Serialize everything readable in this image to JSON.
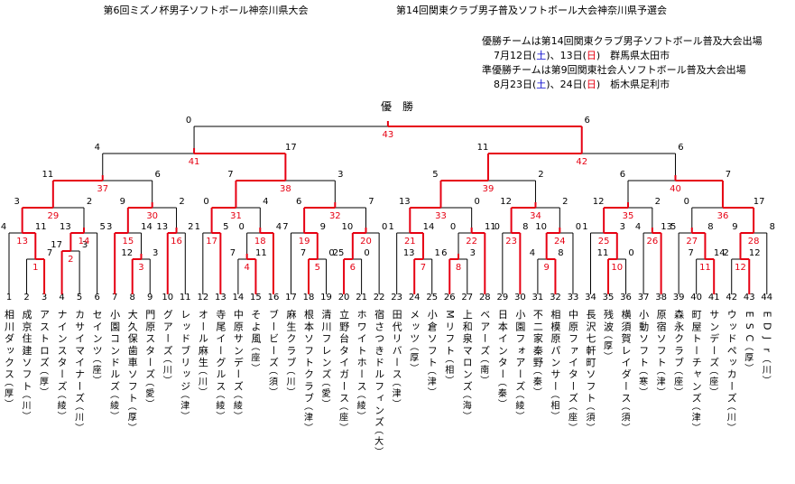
{
  "header": {
    "title_left": "第6回ミズノ杯男子ソフトボール神奈川県大会",
    "title_right": "第14回関東クラブ男子普及ソフトボール大会神奈川県予選会"
  },
  "info": {
    "line1": "優勝チームは第14回関東クラブ男子ソフトボール普及大会出場",
    "line2a": "7月12日(",
    "line2b": "土",
    "line2c": ")、13日(",
    "line2d": "日",
    "line2e": ")　群馬県太田市",
    "line3": "準優勝チームは第9回関東社会人ソフトボール普及大会出場",
    "line4a": "8月23日(",
    "line4b": "土",
    "line4c": ")、24日(",
    "line4d": "日",
    "line4e": ")　栃木県足利市"
  },
  "champion_label": "優　勝",
  "colors": {
    "win": "#e60012",
    "line": "#000000",
    "weekday_sat": "#0000cc",
    "weekday_sun": "#e60012"
  },
  "teams": [
    {
      "no": "1",
      "name": "相川ダックス",
      "pref": "(厚)"
    },
    {
      "no": "2",
      "name": "成京住建ソフト",
      "pref": "(川)"
    },
    {
      "no": "3",
      "name": "アストロズ",
      "pref": "(厚)"
    },
    {
      "no": "4",
      "name": "ナインスターズ",
      "pref": "(綾)"
    },
    {
      "no": "5",
      "name": "カサイマイナーズ",
      "pref": "(川)"
    },
    {
      "no": "6",
      "name": "セインツ",
      "pref": "(座)"
    },
    {
      "no": "7",
      "name": "小園コンドルズ",
      "pref": "(綾)"
    },
    {
      "no": "8",
      "name": "大久保歯車ソフト",
      "pref": "(厚)"
    },
    {
      "no": "9",
      "name": "門原スターズ",
      "pref": "(愛)"
    },
    {
      "no": "10",
      "name": "グアーズ",
      "pref": "(川)"
    },
    {
      "no": "11",
      "name": "レッドブリッジ",
      "pref": "(津)"
    },
    {
      "no": "12",
      "name": "オール麻生",
      "pref": "(川)"
    },
    {
      "no": "13",
      "name": "寺尾イーグルス",
      "pref": "(綾)"
    },
    {
      "no": "14",
      "name": "中原サンデーズ",
      "pref": "(綾)"
    },
    {
      "no": "15",
      "name": "そよ風",
      "pref": "(座)"
    },
    {
      "no": "16",
      "name": "ブービーズ",
      "pref": "(須)"
    },
    {
      "no": "17",
      "name": "麻生クラブ",
      "pref": "(川)"
    },
    {
      "no": "18",
      "name": "根本ソフトクラブ",
      "pref": "(津)"
    },
    {
      "no": "19",
      "name": "清川フレンズ",
      "pref": "(愛)"
    },
    {
      "no": "20",
      "name": "立野台タイガース",
      "pref": "(座)"
    },
    {
      "no": "21",
      "name": "ホワイトホース",
      "pref": "(綾)"
    },
    {
      "no": "22",
      "name": "宿さつきドルフィンズ",
      "pref": "(大)"
    },
    {
      "no": "23",
      "name": "田代リバース",
      "pref": "(津)"
    },
    {
      "no": "24",
      "name": "メッツ",
      "pref": "(厚)"
    },
    {
      "no": "25",
      "name": "小倉ソフト",
      "pref": "(津)"
    },
    {
      "no": "26",
      "name": "Mリフト",
      "pref": "(相)"
    },
    {
      "no": "27",
      "name": "上和泉マロンズ",
      "pref": "(海)"
    },
    {
      "no": "28",
      "name": "ベアーズ",
      "pref": "(南)"
    },
    {
      "no": "29",
      "name": "日本インター",
      "pref": "(秦)"
    },
    {
      "no": "30",
      "name": "小園フォアーズ",
      "pref": "(綾)"
    },
    {
      "no": "31",
      "name": "不二家秦野",
      "pref": "(秦)"
    },
    {
      "no": "32",
      "name": "相模原パンサー",
      "pref": "(相)"
    },
    {
      "no": "33",
      "name": "中原ファイターズ",
      "pref": "(座)"
    },
    {
      "no": "34",
      "name": "長沢七軒町ソフト",
      "pref": "(須)"
    },
    {
      "no": "35",
      "name": "残波",
      "pref": "(厚)"
    },
    {
      "no": "36",
      "name": "横須賀レイダース",
      "pref": "(須)"
    },
    {
      "no": "37",
      "name": "小動ソフト",
      "pref": "(寒)"
    },
    {
      "no": "38",
      "name": "原宿ソフト",
      "pref": "(津)"
    },
    {
      "no": "39",
      "name": "森永クラブ",
      "pref": "(座)"
    },
    {
      "no": "40",
      "name": "町屋トーチャンズ",
      "pref": "(津)"
    },
    {
      "no": "41",
      "name": "サンデーズ",
      "pref": "(座)"
    },
    {
      "no": "42",
      "name": "ウッドペッカーズ",
      "pref": "(川)"
    },
    {
      "no": "43",
      "name": "ESC",
      "pref": "(厚)"
    },
    {
      "no": "44",
      "name": "EDJr",
      "pref": "(川)"
    }
  ],
  "matches": [
    {
      "id": "1",
      "a": "1",
      "b": "7",
      "score_a": "",
      "score_b": "7",
      "winner": "b"
    },
    {
      "id": "2",
      "a": "17",
      "b": "3",
      "score_a": "17",
      "score_b": "3",
      "winner": "a"
    },
    {
      "id": "3",
      "a": "12",
      "b": "3",
      "score_a": "12",
      "score_b": "3",
      "winner": "a"
    },
    {
      "id": "4",
      "a": "7",
      "b": "11",
      "score_a": "7",
      "score_b": "11",
      "winner": "b"
    },
    {
      "id": "5",
      "a": "7",
      "b": "0",
      "score_a": "7",
      "score_b": "0",
      "winner": "a"
    },
    {
      "id": "6",
      "a": "25",
      "b": "0",
      "score_a": "25",
      "score_b": "0",
      "winner": "a"
    },
    {
      "id": "7",
      "a": "13",
      "b": "1",
      "score_a": "13",
      "score_b": "1",
      "winner": "a"
    },
    {
      "id": "8",
      "a": "6",
      "b": "3",
      "score_a": "6",
      "score_b": "3",
      "winner": "a"
    },
    {
      "id": "9",
      "a": "4",
      "b": "8",
      "score_a": "4",
      "score_b": "8",
      "winner": "b"
    },
    {
      "id": "10",
      "a": "11",
      "b": "0",
      "score_a": "11",
      "score_b": "0",
      "winner": "a"
    },
    {
      "id": "11",
      "a": "7",
      "b": "14",
      "score_a": "7",
      "score_b": "14",
      "winner": "b"
    },
    {
      "id": "12",
      "a": "2",
      "b": "12",
      "score_a": "2",
      "score_b": "12",
      "winner": "b"
    },
    {
      "id": "13",
      "a": "4",
      "b": "11",
      "score_a": "4",
      "score_b": "11",
      "winner": "b"
    },
    {
      "id": "14",
      "a": "13",
      "b": "5",
      "score_a": "13",
      "score_b": "5",
      "winner": "a"
    },
    {
      "id": "15",
      "a": "3",
      "b": "14",
      "score_a": "3",
      "score_b": "14",
      "winner": "a"
    },
    {
      "id": "16",
      "a": "13",
      "b": "2",
      "score_a": "13",
      "score_b": "2",
      "winner": "a"
    },
    {
      "id": "17",
      "a": "1",
      "b": "5",
      "score_a": "1",
      "score_b": "5",
      "winner": "b"
    },
    {
      "id": "18",
      "a": "0",
      "b": "4",
      "score_a": "0",
      "score_b": "4",
      "winner": "b"
    },
    {
      "id": "19",
      "a": "7",
      "b": "9",
      "score_a": "7",
      "score_b": "9",
      "winner": "b"
    },
    {
      "id": "20",
      "a": "10",
      "b": "0",
      "score_a": "10",
      "score_b": "0",
      "winner": "a"
    },
    {
      "id": "21",
      "a": "1",
      "b": "14",
      "score_a": "1",
      "score_b": "14",
      "winner": "b"
    },
    {
      "id": "22",
      "a": "0",
      "b": "11",
      "score_a": "0",
      "score_b": "11",
      "winner": "b"
    },
    {
      "id": "23",
      "a": "0",
      "b": "8",
      "score_a": "0",
      "score_b": "8",
      "winner": "b"
    },
    {
      "id": "24",
      "a": "10",
      "b": "0",
      "score_a": "10",
      "score_b": "0",
      "winner": "a"
    },
    {
      "id": "25",
      "a": "1",
      "b": "3",
      "score_a": "1",
      "score_b": "3",
      "winner": "b"
    },
    {
      "id": "26",
      "a": "4",
      "b": "13",
      "score_a": "4",
      "score_b": "13",
      "winner": "b"
    },
    {
      "id": "27",
      "a": "5",
      "b": "8",
      "score_a": "5",
      "score_b": "8",
      "winner": "b"
    },
    {
      "id": "28",
      "a": "9",
      "b": "8",
      "score_a": "9",
      "score_b": "8",
      "winner": "a"
    },
    {
      "id": "29",
      "a": "3",
      "b": "2",
      "score_a": "3",
      "score_b": "2",
      "winner": "a"
    },
    {
      "id": "30",
      "a": "9",
      "b": "2",
      "score_a": "9",
      "score_b": "2",
      "winner": "a"
    },
    {
      "id": "31",
      "a": "0",
      "b": "4",
      "score_a": "0",
      "score_b": "4",
      "winner": "a"
    },
    {
      "id": "32",
      "a": "6",
      "b": "7",
      "score_a": "6",
      "score_b": "7",
      "winner": "a"
    },
    {
      "id": "33",
      "a": "13",
      "b": "0",
      "score_a": "13",
      "score_b": "0",
      "winner": "a"
    },
    {
      "id": "34",
      "a": "12",
      "b": "2",
      "score_a": "12",
      "score_b": "2",
      "winner": "a"
    },
    {
      "id": "35",
      "a": "12",
      "b": "2",
      "score_a": "12",
      "score_b": "2",
      "winner": "a"
    },
    {
      "id": "36",
      "a": "0",
      "b": "17",
      "score_a": "0",
      "score_b": "17",
      "winner": "b"
    },
    {
      "id": "37",
      "a": "11",
      "b": "6",
      "score_a": "11",
      "score_b": "6",
      "winner": "a"
    },
    {
      "id": "38",
      "a": "7",
      "b": "3",
      "score_a": "7",
      "score_b": "3",
      "winner": "a"
    },
    {
      "id": "39",
      "a": "5",
      "b": "2",
      "score_a": "5",
      "score_b": "2",
      "winner": "a"
    },
    {
      "id": "40",
      "a": "6",
      "b": "7",
      "score_a": "6",
      "score_b": "7",
      "winner": "b"
    },
    {
      "id": "41",
      "a": "4",
      "b": "17",
      "score_a": "4",
      "score_b": "17",
      "winner": "b"
    },
    {
      "id": "42",
      "a": "11",
      "b": "6",
      "score_a": "11",
      "score_b": "6",
      "winner": "a"
    },
    {
      "id": "43",
      "a": "0",
      "b": "6",
      "score_a": "0",
      "score_b": "6",
      "winner": "b"
    }
  ]
}
